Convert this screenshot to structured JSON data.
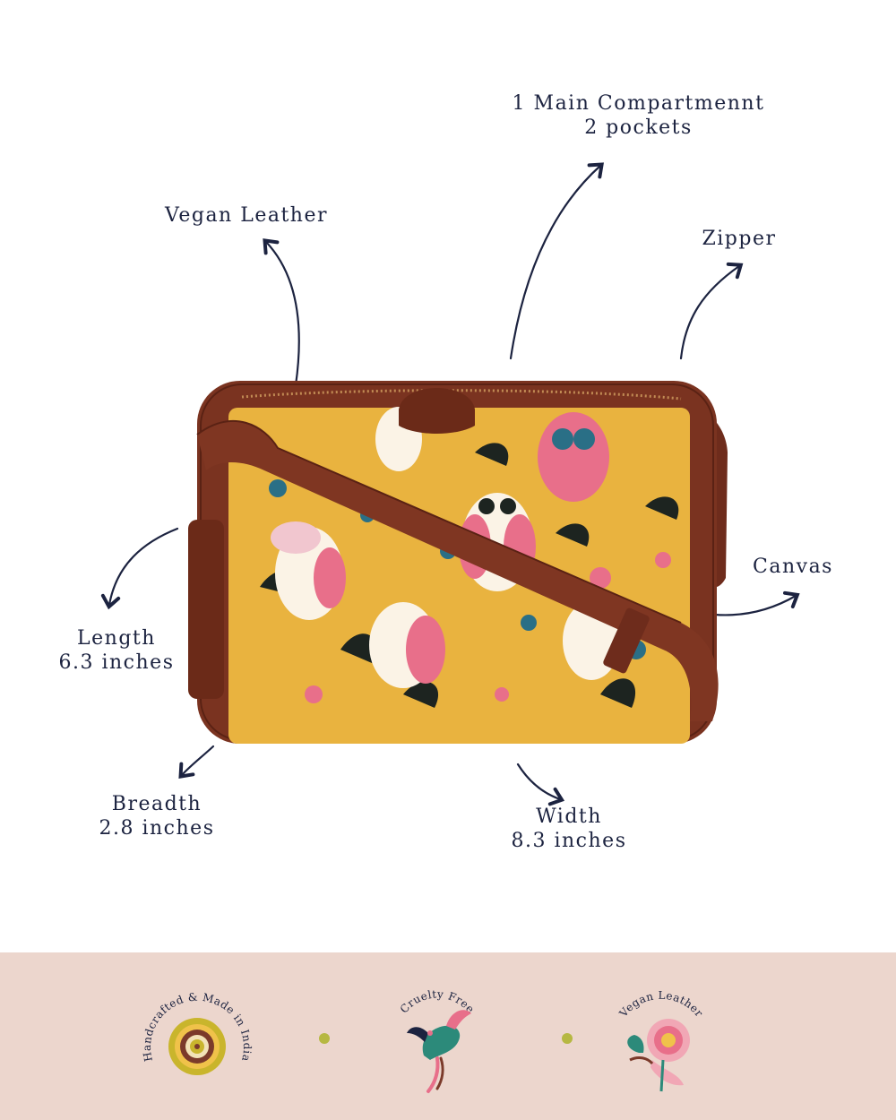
{
  "callouts": {
    "compartments": {
      "line1": "1 Main Compartmennt",
      "line2": "2 pockets"
    },
    "material_top": "Vegan Leather",
    "zipper": "Zipper",
    "canvas": "Canvas",
    "length": {
      "line1": "Length",
      "line2": "6.3 inches"
    },
    "breadth": {
      "line1": "Breadth",
      "line2": "2.8 inches"
    },
    "width": {
      "line1": "Width",
      "line2": "8.3 inches"
    }
  },
  "features": [
    {
      "label": "Handcrafted & Made in India",
      "icon": "mandala-icon"
    },
    {
      "label": "Cruelty Free",
      "icon": "bird-icon"
    },
    {
      "label": "Vegan Leather",
      "icon": "flower-icon"
    }
  ],
  "colors": {
    "text": "#1c2340",
    "leather": "#7a3320",
    "canvas": "#e9b33f",
    "footer_bg": "#ecd6cd",
    "dot": "#b6b842"
  }
}
